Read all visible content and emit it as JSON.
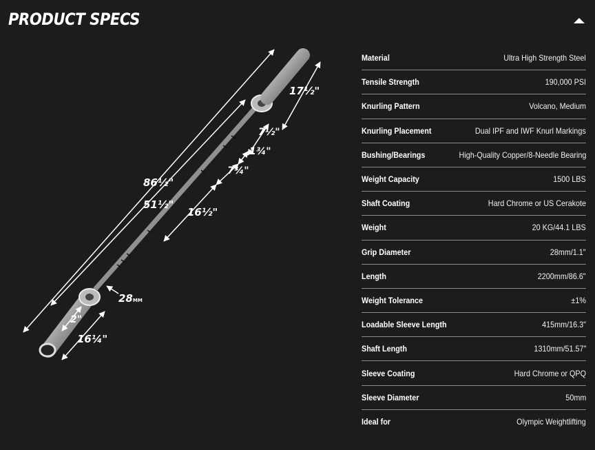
{
  "header": {
    "title": "PRODUCT SPECS"
  },
  "diagram": {
    "dimensions": {
      "overall_length": "86½\"",
      "inner_length": "51½\"",
      "sleeve_length_top": "17½\"",
      "knurl_a": "7½\"",
      "knurl_b": "1¾\"",
      "knurl_c": "7¾\"",
      "knurl_d": "16½\"",
      "diameter": "28",
      "diameter_unit": "MM",
      "collar": "2\"",
      "sleeve_length_bottom": "16¼\""
    }
  },
  "specs": {
    "rows": [
      {
        "label": "Material",
        "value": "Ultra High Strength Steel"
      },
      {
        "label": "Tensile Strength",
        "value": "190,000 PSI"
      },
      {
        "label": "Knurling Pattern",
        "value": "Volcano, Medium"
      },
      {
        "label": "Knurling Placement",
        "value": "Dual IPF and IWF Knurl Markings"
      },
      {
        "label": "Bushing/Bearings",
        "value": "High-Quality Copper/8-Needle Bearing"
      },
      {
        "label": "Weight Capacity",
        "value": "1500 LBS"
      },
      {
        "label": "Shaft Coating",
        "value": "Hard Chrome or US Cerakote"
      },
      {
        "label": "Weight",
        "value": "20 KG/44.1 LBS"
      },
      {
        "label": "Grip Diameter",
        "value": "28mm/1.1\""
      },
      {
        "label": "Length",
        "value": "2200mm/86.6\""
      },
      {
        "label": "Weight Tolerance",
        "value": "±1%"
      },
      {
        "label": "Loadable Sleeve Length",
        "value": "415mm/16.3\""
      },
      {
        "label": "Shaft Length",
        "value": "1310mm/51.57\""
      },
      {
        "label": "Sleeve Coating",
        "value": "Hard Chrome or QPQ"
      },
      {
        "label": "Sleeve Diameter",
        "value": "50mm"
      },
      {
        "label": "Ideal for",
        "value": "Olympic Weightlifting"
      }
    ]
  }
}
